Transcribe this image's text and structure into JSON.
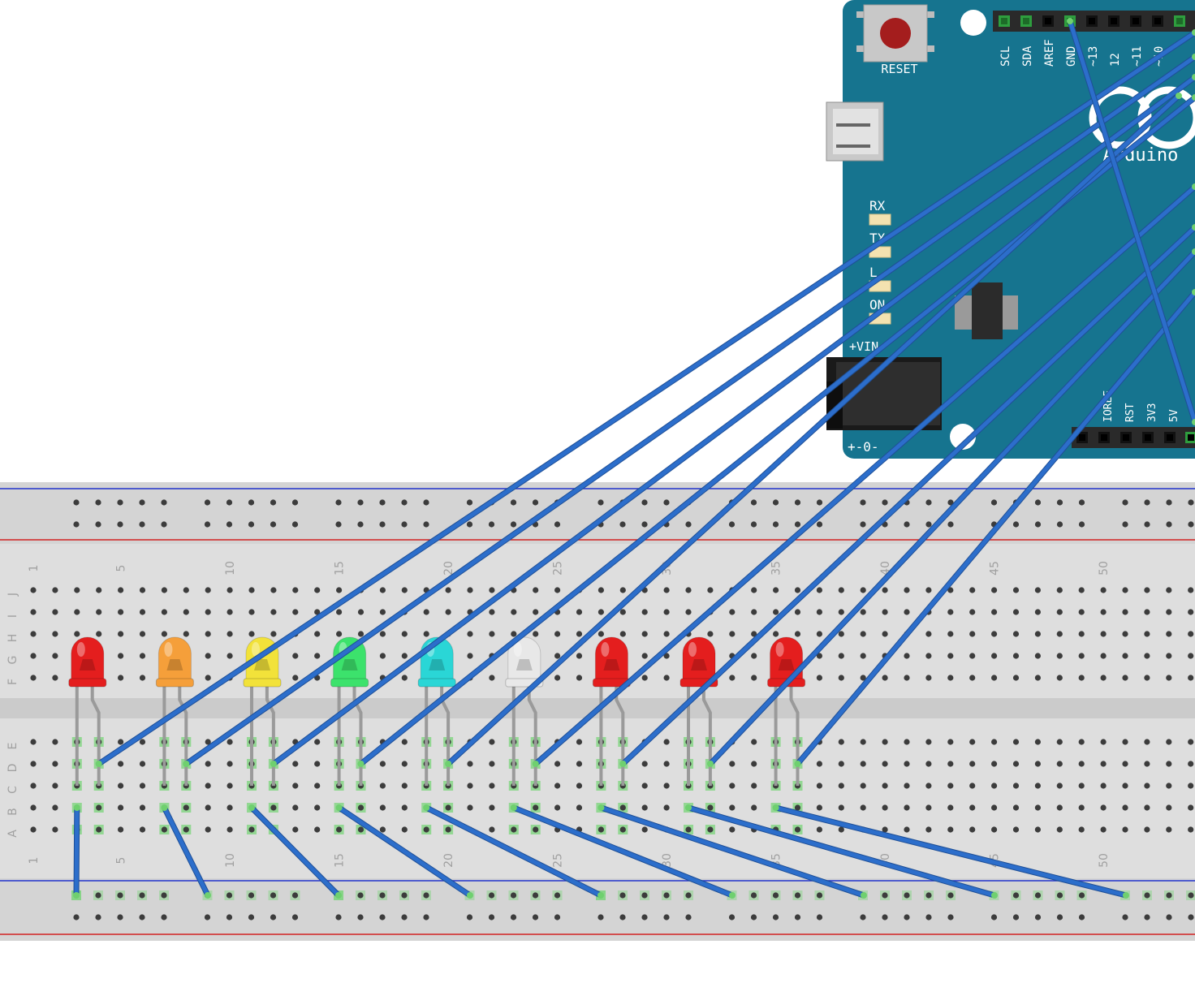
{
  "board": {
    "reset_label": "RESET",
    "top_header_labels": [
      "SCL",
      "SDA",
      "AREF",
      "GND",
      "~13",
      "12",
      "~11",
      "~10"
    ],
    "bottom_header_labels": [
      "IOREF",
      "RST",
      "3V3",
      "5V"
    ],
    "status_leds": [
      "RX",
      "TX",
      "L",
      "ON"
    ],
    "vin_label": "+VIN",
    "power_label": "+-0-",
    "logo_text": "Arduino",
    "colors": {
      "pcb": "#16748f",
      "header": "#2a2a2a",
      "pin_highlight": "#2e9e3e"
    }
  },
  "breadboard": {
    "column_numbers": [
      "1",
      "5",
      "10",
      "15",
      "20",
      "25",
      "30",
      "35",
      "40",
      "45",
      "50"
    ],
    "top_row_letters": [
      "J",
      "I",
      "H",
      "G",
      "F"
    ],
    "bottom_row_letters": [
      "E",
      "D",
      "C",
      "B",
      "A"
    ],
    "colors": {
      "body": "#dedede",
      "rail": "#d4d4d4",
      "hole": "#3c3c3c",
      "connected_hole": "#7fd47f",
      "rail_plus": "#d22222",
      "rail_minus": "#2233cc"
    }
  },
  "leds": [
    {
      "color": "#e41e1e",
      "col": 3
    },
    {
      "color": "#f59f3a",
      "col": 7
    },
    {
      "color": "#f2e23a",
      "col": 11
    },
    {
      "color": "#3ce26c",
      "col": 15
    },
    {
      "color": "#2ad6d6",
      "col": 19
    },
    {
      "color": "#e8e8e8",
      "col": 23
    },
    {
      "color": "#e41e1e",
      "col": 27
    },
    {
      "color": "#e41e1e",
      "col": 31
    },
    {
      "color": "#e41e1e",
      "col": 35
    }
  ],
  "wire_color": "#2c6ecb"
}
